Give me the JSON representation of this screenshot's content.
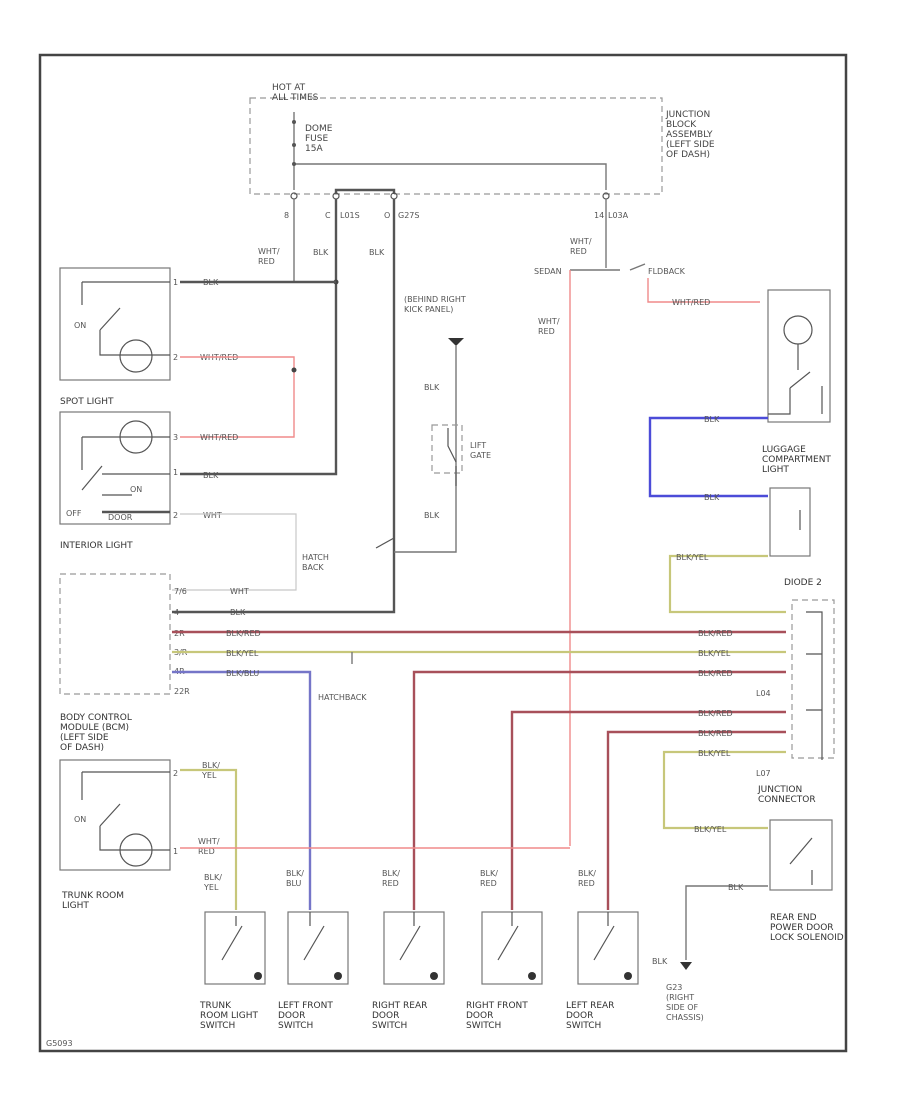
{
  "junction_block": {
    "hot_label": "HOT AT\nALL TIMES",
    "fuse_label": "DOME\nFUSE\n15A",
    "title": "JUNCTION\nBLOCK\nASSEMBLY\n(LEFT SIDE\nOF DASH)",
    "pins": [
      "8",
      "C",
      "L01S",
      "O",
      "G27S",
      "14",
      "L03A"
    ]
  },
  "components": {
    "spot_light": "SPOT LIGHT",
    "interior_light": "INTERIOR LIGHT",
    "bcm": "BODY CONTROL\nMODULE (BCM)\n(LEFT SIDE\nOF DASH)",
    "trunk_room_light": "TRUNK ROOM\nLIGHT",
    "luggage_light": "LUGGAGE\nCOMPARTMENT\nLIGHT",
    "diode": "DIODE 2",
    "junction_connector": "JUNCTION\nCONNECTOR",
    "rear_end_solenoid": "REAR END\nPOWER DOOR\nLOCK SOLENOID",
    "lift_gate": "LIFT\nGATE",
    "hatch_back": "HATCH\nBACK",
    "hatchback_label": "HATCHBACK",
    "sedan_label": "SEDAN",
    "fldback_label": "FLDBACK",
    "ground_kick": "(BEHIND RIGHT\nKICK PANEL)",
    "ground_right": "G23\n(RIGHT\nSIDE OF\nCHASSIS)"
  },
  "switches": [
    {
      "name": "TRUNK\nROOM LIGHT\nSWITCH",
      "wire": "BLK/\nYEL"
    },
    {
      "name": "LEFT FRONT\nDOOR\nSWITCH",
      "wire": "BLK/\nBLU"
    },
    {
      "name": "RIGHT REAR\nDOOR\nSWITCH",
      "wire": "BLK/\nRED"
    },
    {
      "name": "RIGHT FRONT\nDOOR\nSWITCH",
      "wire": "BLK/\nRED"
    },
    {
      "name": "LEFT REAR\nDOOR\nSWITCH",
      "wire": "BLK/\nRED"
    }
  ],
  "switch_states": {
    "on": "ON",
    "off": "OFF",
    "door": "DOOR"
  },
  "wire_labels": {
    "wht_red": "WHT/\nRED",
    "wht_red_inline": "WHT/RED",
    "blk": "BLK",
    "wht": "WHT",
    "blk_red": "BLK/RED",
    "blk_yel": "BLK/YEL",
    "blk_blu": "BLK/BLU"
  },
  "bcm_pins": [
    "7/6",
    "4",
    "2R",
    "3/R",
    "4R",
    "22R"
  ],
  "diode_pins": [
    "L04",
    "L07"
  ],
  "corner_code": "G5093"
}
